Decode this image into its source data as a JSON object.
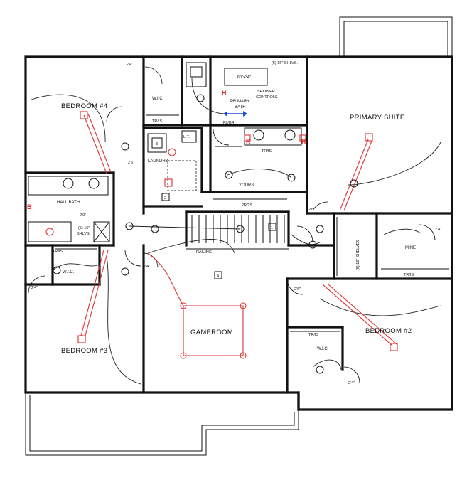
{
  "rooms": {
    "bedroom4": "BEDROOM #4",
    "bedroom3": "BEDROOM #3",
    "bedroom2": "BEDROOM #2",
    "primary_suite": "PRIMARY SUITE",
    "primary_bath_line1": "PRIMARY",
    "primary_bath_line2": "BATH",
    "gameroom": "GAMEROOM",
    "hall_bath": "HALL BATH",
    "laundry": "LAUNDRY",
    "wic_top": "W.I.C.",
    "wic_left": "W.I.C.",
    "wic_right": "W.I.C.",
    "yours": "YOURS",
    "mine": "MINE"
  },
  "labels": {
    "tr_is": "TR/IS",
    "shelves_top": "(5) 16\" SHLVS.",
    "shelves_vertical": "(5) 16\" SHELVES",
    "shelves_hall_1": "(5) 16\"",
    "shelves_hall_2": "SHLVS.",
    "shower_1": "SHOWER",
    "shower_2": "CONTROLS",
    "shower_size": "60\"x34\"",
    "fl_br": "FL/BR",
    "two_r_2s": "2R/2S",
    "railing": "RAILING",
    "lt": "L.T.",
    "d24": "2'4\"",
    "d26": "2'6\"",
    "d20": "2'0\"",
    "d26b": "2'6\"",
    "tag_h": "H",
    "tag_b": "B",
    "tag_r": "R",
    "box_1": "1",
    "box_2": "2",
    "box_3": "3",
    "box_4": "4"
  },
  "colors": {
    "wall": "#111111",
    "electrical_red": "#e03030",
    "arrow_blue": "#1e4fd8"
  }
}
